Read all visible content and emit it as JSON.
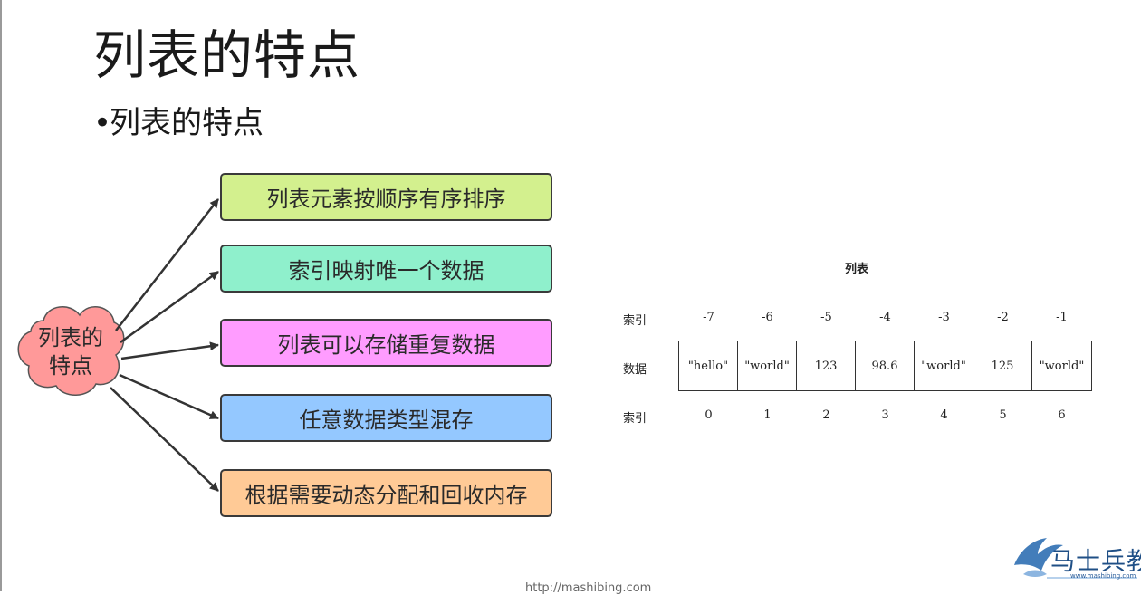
{
  "slide": {
    "title": "列表的特点",
    "bullet": "列表的特点",
    "bullet_symbol": "•"
  },
  "diagram": {
    "center_label_line1": "列表的",
    "center_label_line2": "特点",
    "center_color": "#ff9999",
    "features": [
      {
        "label": "列表元素按顺序有序排序",
        "color": "#d3f08e"
      },
      {
        "label": "索引映射唯一个数据",
        "color": "#8ff0cc"
      },
      {
        "label": "列表可以存储重复数据",
        "color": "#ff9cff"
      },
      {
        "label": "任意数据类型混存",
        "color": "#94c8ff"
      },
      {
        "label": "根据需要动态分配和回收内存",
        "color": "#ffca96"
      }
    ]
  },
  "list_table": {
    "title": "列表",
    "neg_index_label": "索引",
    "data_label": "数据",
    "pos_index_label": "索引",
    "negative_indices": [
      "-7",
      "-6",
      "-5",
      "-4",
      "-3",
      "-2",
      "-1"
    ],
    "data": [
      "\"hello\"",
      "\"world\"",
      "123",
      "98.6",
      "\"world\"",
      "125",
      "\"world\""
    ],
    "positive_indices": [
      "0",
      "1",
      "2",
      "3",
      "4",
      "5",
      "6"
    ]
  },
  "branding": {
    "logo_text": "马士兵教",
    "logo_url": "www.mashibing.com",
    "footer_url": "http://mashibing.com"
  }
}
